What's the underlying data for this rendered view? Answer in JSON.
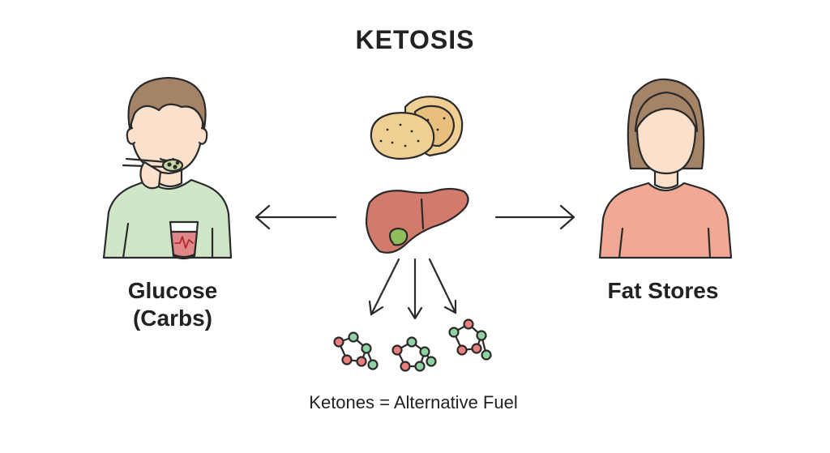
{
  "title": "KETOSIS",
  "left_label_line1": "Glucose",
  "left_label_line2": "(Carbs)",
  "right_label": "Fat Stores",
  "caption": "Ketones = Alternative Fuel",
  "colors": {
    "skin": "#fbe1cc",
    "hair": "#a58366",
    "left_shirt": "#cfe6c8",
    "right_shirt": "#f1a995",
    "liver": "#d27b6d",
    "gallbladder": "#8fbd5a",
    "bread": "#f0cf95",
    "ketone_red": "#ea7f7f",
    "ketone_green": "#8fd3a4",
    "outline": "#2a2a2a"
  },
  "icons": [
    "person-eating-icon",
    "woman-icon",
    "bread-icon",
    "liver-icon",
    "ketone-molecule-icon"
  ]
}
